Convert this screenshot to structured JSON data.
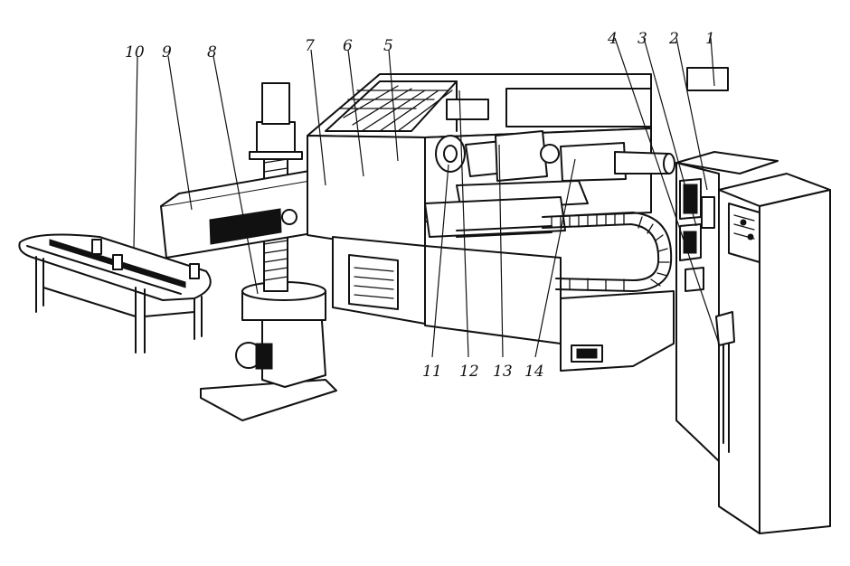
{
  "figure": {
    "callouts": [
      "1",
      "2",
      "3",
      "4",
      "5",
      "6",
      "7",
      "8",
      "9",
      "10",
      "11",
      "12",
      "13",
      "14"
    ]
  },
  "colors": {
    "ink": "#111111",
    "paper": "#ffffff"
  }
}
